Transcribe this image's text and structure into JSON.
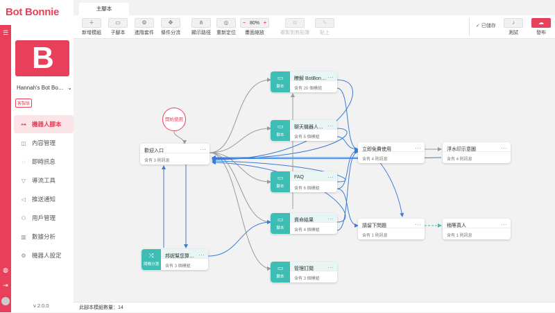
{
  "brand": {
    "logo_text": "Bot Bonnie",
    "accent": "#e8405a",
    "flow_teal": "#3dbdb4"
  },
  "sidebar": {
    "bot_name": "Hannah's Bot Bo…",
    "plan_badge": "客製版",
    "items": [
      {
        "label": "機器人腳本",
        "icon": "flow-icon",
        "active": true
      },
      {
        "label": "內容管理",
        "icon": "content-icon"
      },
      {
        "label": "即時訊息",
        "icon": "chat-icon"
      },
      {
        "label": "導流工具",
        "icon": "funnel-icon"
      },
      {
        "label": "推送通知",
        "icon": "megaphone-icon"
      },
      {
        "label": "用戶管理",
        "icon": "users-icon"
      },
      {
        "label": "數據分析",
        "icon": "chart-icon"
      },
      {
        "label": "機器人設定",
        "icon": "gear-icon"
      }
    ],
    "version": "v 2.0.0"
  },
  "tabs": [
    {
      "label": "主腳本"
    }
  ],
  "toolbar": {
    "buttons": [
      {
        "label": "新增模組",
        "icon": "plus-icon"
      },
      {
        "label": "子腳本",
        "icon": "folder-icon"
      },
      {
        "label": "進階套件",
        "icon": "gear-icon"
      },
      {
        "label": "條件分流",
        "icon": "move-icon"
      },
      {
        "label": "顯示路徑",
        "icon": "path-icon"
      },
      {
        "label": "重新定位",
        "icon": "target-icon"
      }
    ],
    "zoom": {
      "value": "80%",
      "minus": "−",
      "plus": "+",
      "label": "畫面縮放"
    },
    "disabled_buttons": [
      {
        "label": "複製到剪貼簿",
        "icon": "copy-icon"
      },
      {
        "label": "貼上",
        "icon": "paste-icon"
      }
    ],
    "saved": "✓ 已儲存",
    "test": "測試",
    "publish": "發布"
  },
  "canvas": {
    "start_label": "開始使用",
    "nodes": [
      {
        "title": "歡迎入口",
        "sub": "含有 3 則訊息",
        "kind": "message"
      },
      {
        "title": "瞭解 BotBon…",
        "sub": "含有 20 個模組",
        "kind": "folder",
        "tag": "腳本"
      },
      {
        "title": "聊天機器人…",
        "sub": "含有 5 個模組",
        "kind": "folder",
        "tag": "腳本"
      },
      {
        "title": "FAQ",
        "sub": "含有 6 個模組",
        "kind": "folder",
        "tag": "腳本"
      },
      {
        "title": "資命結果",
        "sub": "含有 4 個模組",
        "kind": "folder",
        "tag": "腳本"
      },
      {
        "title": "管理訂閱",
        "sub": "含有 3 個模組",
        "kind": "folder",
        "tag": "腳本"
      },
      {
        "title": "邦妮幫您算…",
        "sub": "含有 3 個模組",
        "kind": "random",
        "tag": "隨機分潛"
      },
      {
        "title": "立即免費使用",
        "sub": "含有 4 則訊息",
        "kind": "message"
      },
      {
        "title": "浮水印示意圖",
        "sub": "含有 4 則訊息",
        "kind": "message"
      },
      {
        "title": "請留下問題",
        "sub": "含有 1 則訊息",
        "kind": "message"
      },
      {
        "title": "稍等真人",
        "sub": "含有 1 則訊息",
        "kind": "message"
      }
    ]
  },
  "footer": {
    "count_text": "此腳本模組數量：14"
  }
}
